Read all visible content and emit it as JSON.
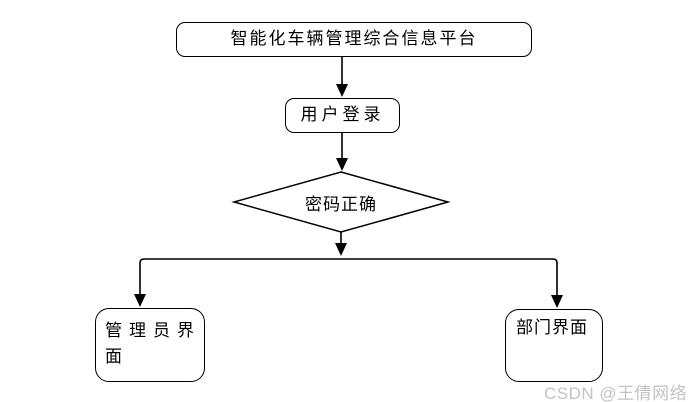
{
  "flowchart": {
    "nodes": [
      {
        "id": "platform",
        "type": "terminator",
        "label": "智能化车辆管理综合信息平台"
      },
      {
        "id": "login",
        "type": "process",
        "label": "用户登录"
      },
      {
        "id": "password-check",
        "type": "decision",
        "label": "密码正确"
      },
      {
        "id": "admin-ui",
        "type": "process",
        "label": "管理员界面"
      },
      {
        "id": "dept-ui",
        "type": "process",
        "label": "部门界面"
      }
    ],
    "edges": [
      {
        "from": "platform",
        "to": "login"
      },
      {
        "from": "login",
        "to": "password-check"
      },
      {
        "from": "password-check",
        "to": "admin-ui"
      },
      {
        "from": "password-check",
        "to": "dept-ui"
      }
    ],
    "colors": {
      "line": "#000000",
      "node_fill": "#ffffff",
      "background": "#ffffff"
    }
  },
  "watermark": {
    "text": "CSDN @王倩网络",
    "color": "#c6c2c2"
  }
}
